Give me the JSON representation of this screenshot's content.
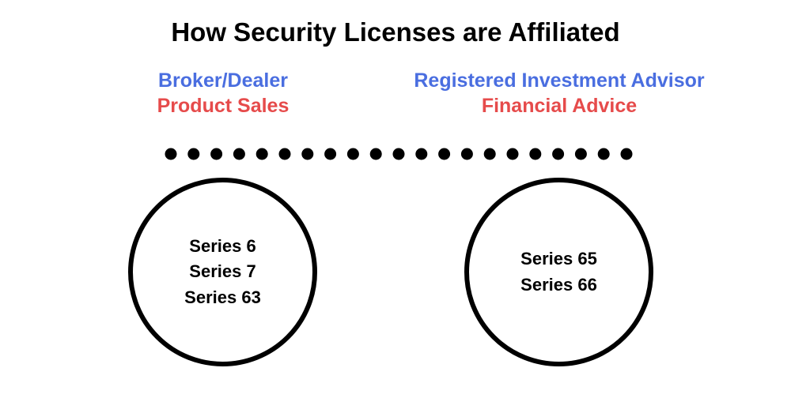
{
  "title": "How Security Licenses are Affiliated",
  "columns": [
    {
      "heading": "Broker/Dealer",
      "subheading": "Product Sales",
      "licenses": [
        "Series 6",
        "Series 7",
        "Series 63"
      ]
    },
    {
      "heading": "Registered Investment Advisor",
      "subheading": "Financial Advice",
      "licenses": [
        "Series 65",
        "Series 66"
      ]
    }
  ],
  "colors": {
    "heading": "#4a6ee0",
    "subheading": "#e64b4b",
    "text": "#000000"
  }
}
